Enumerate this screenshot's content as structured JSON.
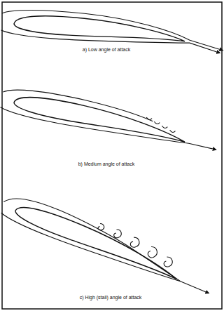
{
  "diagram": {
    "labels": [
      "a) Low angle of attack",
      "b) Medium angle of attack",
      "c) High (stall) angle of attack"
    ]
  }
}
